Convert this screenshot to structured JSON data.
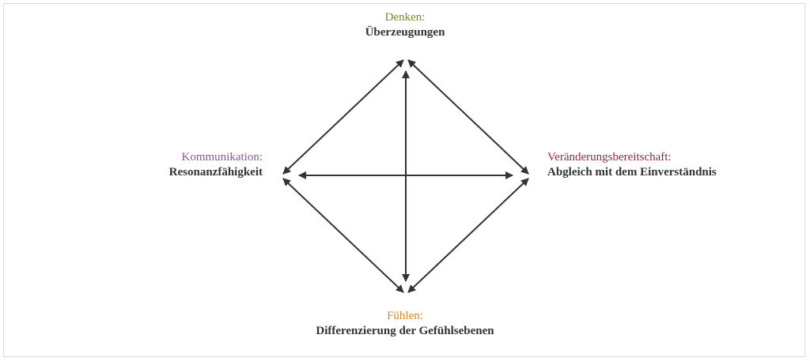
{
  "nodes": {
    "top": {
      "category": "Denken:",
      "label": "Überzeugungen",
      "color": "#7a8a2a"
    },
    "left": {
      "category": "Kommunikation:",
      "label": "Resonanzfähigkeit",
      "color": "#8a5a96"
    },
    "right": {
      "category": "Veränderungsbereitschaft:",
      "label": "Abgleich mit dem Einverständnis",
      "color": "#8c2a4a"
    },
    "bottom": {
      "category": "Fühlen:",
      "label": "Differenzierung der Gefühlsebenen",
      "color": "#d08a2a"
    }
  },
  "colors": {
    "arrow": "#333333",
    "frame_border": "#dcdcdc"
  }
}
